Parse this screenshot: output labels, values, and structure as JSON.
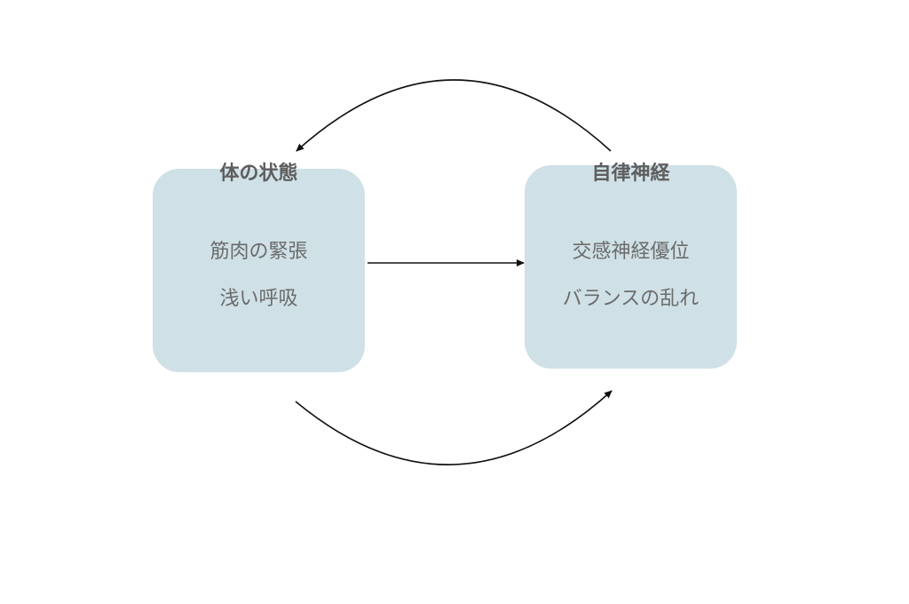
{
  "nodes": {
    "body_state": {
      "title": "体の状態",
      "lines": [
        "筋肉の緊張",
        "浅い呼吸"
      ]
    },
    "autonomic_nerves": {
      "title": "自律神経",
      "lines": [
        "交感神経優位",
        "バランスの乱れ"
      ]
    }
  },
  "edges": [
    {
      "from": "body_state",
      "to": "autonomic_nerves",
      "style": "straight"
    },
    {
      "from": "autonomic_nerves",
      "to": "body_state",
      "style": "curved-top"
    },
    {
      "from": "body_state",
      "to": "autonomic_nerves",
      "style": "curved-bottom"
    }
  ],
  "colors": {
    "box_fill": "#cfe1e6",
    "title_text": "#5e5e5e",
    "body_text": "#6b6b6b",
    "arrow": "#111111"
  }
}
